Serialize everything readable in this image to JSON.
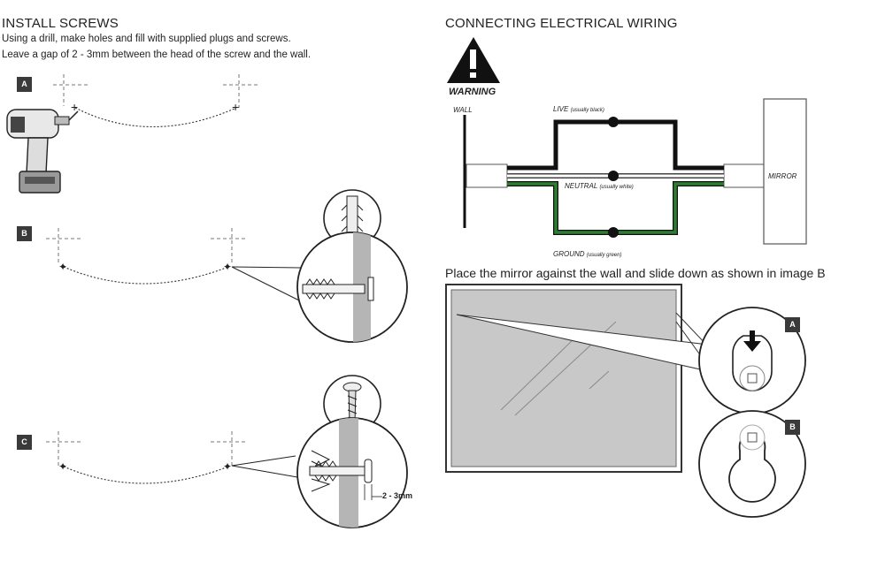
{
  "install": {
    "title": "INSTALL SCREWS",
    "line1": "Using a drill, make holes and fill with supplied plugs and screws.",
    "line2": "Leave a gap of 2 - 3mm between the head of the screw and the wall.",
    "step_a": "A",
    "step_b": "B",
    "step_c": "C",
    "gap_label": "2 - 3mm"
  },
  "wiring": {
    "title": "CONNECTING ELECTRICAL WIRING",
    "warning": "WARNING",
    "wall": "WALL",
    "mirror": "MIRROR",
    "live": "LIVE",
    "live_note": "(usually black)",
    "neutral": "NEUTRAL",
    "neutral_note": "(usually white)",
    "ground": "GROUND",
    "ground_note": "(usually green)",
    "colors": {
      "live": "#111111",
      "neutral": "#ffffff",
      "ground": "#2e7d32"
    }
  },
  "placement": {
    "instruction": "Place the mirror against the wall and slide down as shown in image B",
    "detail_a": "A",
    "detail_b": "B"
  }
}
